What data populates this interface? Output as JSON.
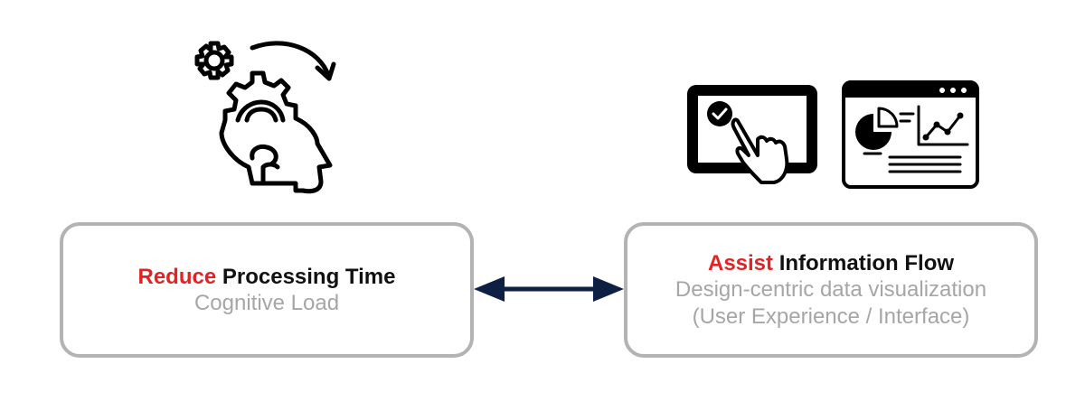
{
  "left_card": {
    "highlight": "Reduce",
    "title_rest": "Processing Time",
    "subtitle_lines": [
      "Cognitive Load"
    ],
    "icon": "head-gears-icon"
  },
  "right_card": {
    "highlight": "Assist",
    "title_rest": "Information Flow",
    "subtitle_lines": [
      "Design-centric data visualization",
      "(User Experience / Interface)"
    ],
    "icons": [
      "tablet-touch-icon",
      "dashboard-window-icon"
    ]
  },
  "connector": {
    "type": "double-arrow",
    "color": "#0e1f44"
  },
  "colors": {
    "highlight": "#e02424",
    "border": "#b3b3b3",
    "subtext": "#a6a6a6"
  }
}
